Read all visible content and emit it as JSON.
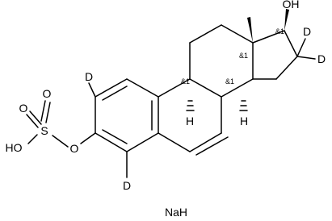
{
  "molecule": {
    "atom_labels": {
      "oh17": "OH",
      "d_a1": "D",
      "d_a2": "D",
      "d_top": "D",
      "d_bottom": "D",
      "o_sulfate_top": "O",
      "o_sulfate_left": "O",
      "s": "S",
      "hoa": "HO",
      "o_ester": "O",
      "h9": "H",
      "h14": "H"
    },
    "stereo_labels": {
      "c17": "&1",
      "c13": "&1",
      "c9": "&1",
      "c14": "&1"
    },
    "counterion": "NaH"
  }
}
